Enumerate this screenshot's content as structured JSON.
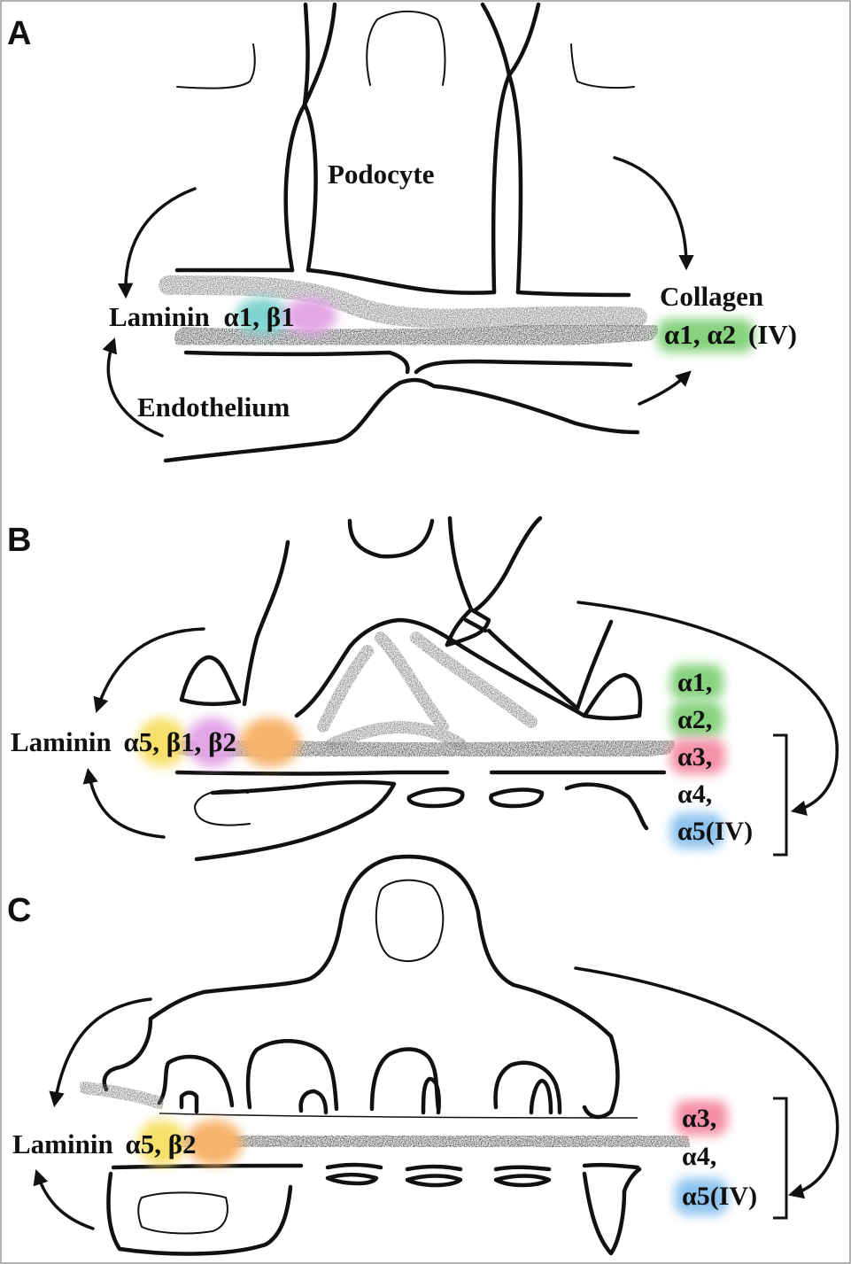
{
  "panels": [
    {
      "letter": "A",
      "podocyte_label": "Podocyte",
      "endothelium_label": "Endothelium",
      "laminin_label": "Laminin",
      "laminin_chains": [
        "α1",
        "β1"
      ],
      "collagen_title": "Collagen",
      "collagen_chains": [
        "α1",
        "α2"
      ],
      "collagen_type": "(IV)"
    },
    {
      "letter": "B",
      "laminin_label": "Laminin",
      "laminin_chains": [
        "α5",
        "β1",
        "β2"
      ],
      "collagen_chains": [
        "α1,",
        "α2,",
        "α3,",
        "α4,",
        "α5(IV)"
      ]
    },
    {
      "letter": "C",
      "laminin_label": "Laminin",
      "laminin_chains": [
        "α5",
        "β2"
      ],
      "collagen_chains": [
        "α3,",
        "α4,",
        "α5(IV)"
      ]
    }
  ],
  "colors": {
    "laminin_alpha1": "#7fd3cf",
    "laminin_beta1": "#e3a6e6",
    "laminin_alpha5": "#f7e06a",
    "laminin_beta2": "#f7b36a",
    "collagen_alpha1_alpha2": "#86d27e",
    "collagen_alpha3": "#f58fa8",
    "collagen_alpha5": "#8ec3ef"
  }
}
